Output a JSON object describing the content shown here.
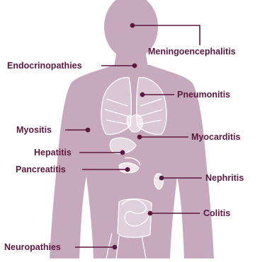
{
  "diagram": {
    "colors": {
      "body": "#c7a9bd",
      "organ": "#ffffff",
      "leader": "#5a1840",
      "label": "#5a1840"
    },
    "labels": {
      "meningoencephalitis": "Meningoencephalitis",
      "endocrinopathies": "Endocrinopathies",
      "pneumonitis": "Pneumonitis",
      "myositis": "Myositis",
      "myocarditis": "Myocarditis",
      "hepatitis": "Hepatitis",
      "pancreatitis": "Pancreatitis",
      "nephritis": "Nephritis",
      "colitis": "Colitis",
      "neuropathies": "Neuropathies"
    }
  }
}
